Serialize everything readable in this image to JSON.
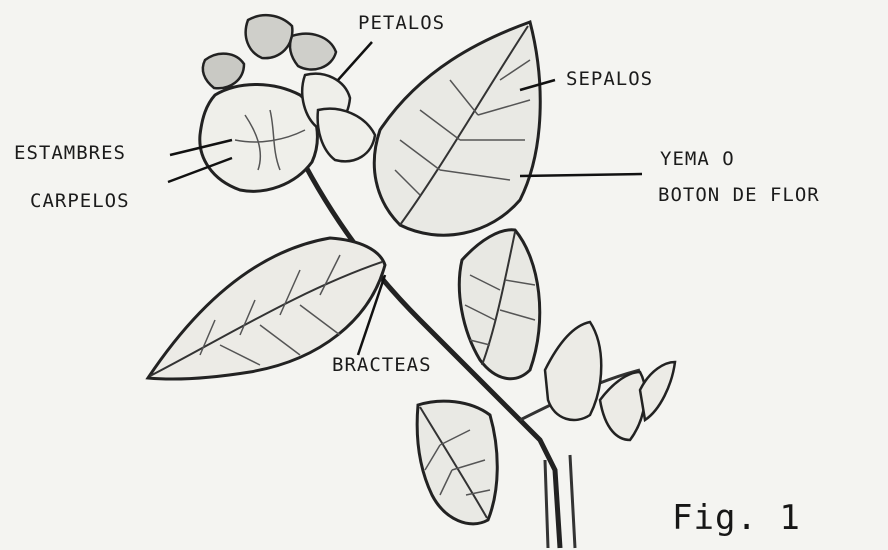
{
  "labels": {
    "petalos": "PETALOS",
    "sepalos": "SEPALOS",
    "estambres": "ESTAMBRES",
    "carpelos": "CARPELOS",
    "yema_line1": "YEMA O",
    "yema_line2": "BOTON DE FLOR",
    "bracteas": "BRACTEAS"
  },
  "caption": "Fig. 1",
  "colors": {
    "ink": "#1b1b1b",
    "paper": "#f4f4f1"
  }
}
